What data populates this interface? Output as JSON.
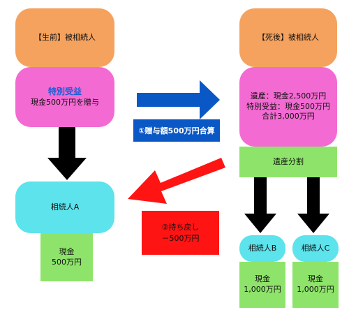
{
  "left": {
    "before_box": "【生前】被相続人",
    "gift_title": "特別受益",
    "gift_text": "現金500万円を贈与",
    "heir_a": "相続人A",
    "heir_a_cash_line1": "現金",
    "heir_a_cash_line2": "500万円"
  },
  "right": {
    "after_box": "【死後】被相続人",
    "estate_line1": "遺産：現金2,500万円",
    "estate_line2": "特別受益：現金500万円",
    "estate_line3": "合計3,000万円",
    "division": "遺産分割",
    "heir_b": "相続人B",
    "heir_c": "相続人C",
    "heir_b_cash_line1": "現金",
    "heir_b_cash_line2": "1,000万円",
    "heir_c_cash_line1": "現金",
    "heir_c_cash_line2": "1,000万円"
  },
  "arrows": {
    "add_label": "①贈与額500万円合算",
    "return_label_line1": "②持ち戻し",
    "return_label_line2": "－500万円"
  },
  "colors": {
    "orange": "#f5a25e",
    "pink": "#f36ad3",
    "cyan": "#5ce3ec",
    "green": "#8ee46a",
    "blue": "#0a58c5",
    "red": "#ff1414",
    "black": "#000000"
  }
}
